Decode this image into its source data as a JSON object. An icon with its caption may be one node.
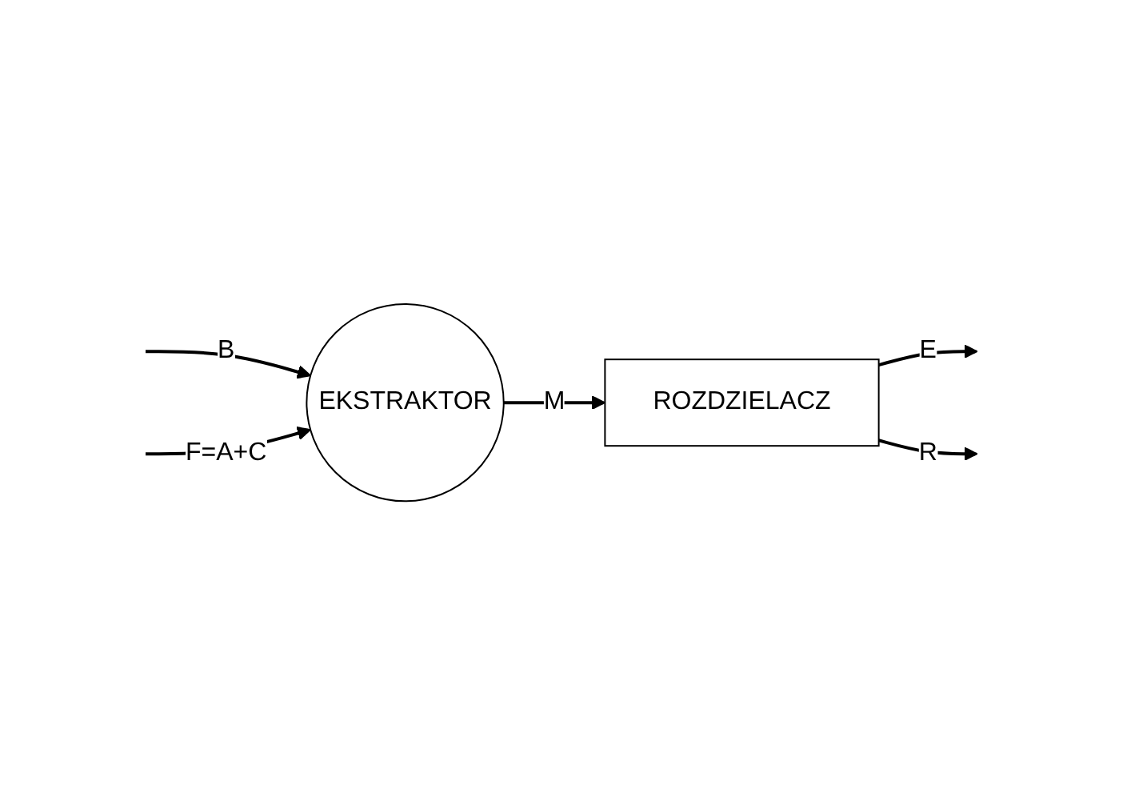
{
  "diagram": {
    "nodes": [
      {
        "text": [
          "EKSTRAKTOR"
        ]
      },
      {
        "text": [
          "ROZDZIELACZ"
        ]
      }
    ],
    "edges": [
      {
        "from": null,
        "to": 0,
        "arrow": "to",
        "label": "B"
      },
      {
        "from": null,
        "to": 0,
        "arrow": "to",
        "label": "F=A+C"
      },
      {
        "from": 0,
        "to": 1,
        "arrow": "to",
        "label": "M"
      },
      {
        "from": 1,
        "to": null,
        "arrow": "to",
        "label": "E"
      },
      {
        "from": 1,
        "to": null,
        "arrow": "to",
        "label": "R"
      }
    ]
  }
}
